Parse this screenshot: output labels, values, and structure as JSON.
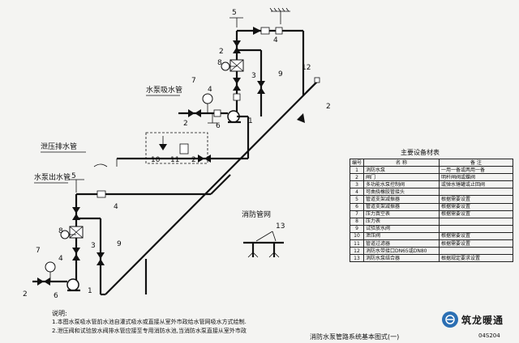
{
  "labels": {
    "pump_suction": "水泵吸水管",
    "pressure_relief": "泄压排水管",
    "pump_outlet": "水泵出水管",
    "fire_pipe": "消防管网"
  },
  "callouts": {
    "top_5": "5",
    "top_4": "4",
    "top_8": "8",
    "top_3": "3",
    "top_9": "9",
    "top_7": "7",
    "top_4b": "4",
    "top_1": "1",
    "top_2a": "2",
    "top_6": "6",
    "top_2b": "2",
    "r_12": "12",
    "r_2": "2",
    "v_10": "10",
    "v_11": "11",
    "v_2": "2",
    "bot_5": "5",
    "bot_4": "4",
    "bot_8": "8",
    "bot_3": "3",
    "bot_9": "9",
    "bot_7": "7",
    "bot_4b": "4",
    "bot_2": "2",
    "bot_6": "6",
    "bot_1": "1",
    "r_13": "13"
  },
  "table": {
    "title": "主要设备材表",
    "headers": [
      "编号",
      "名      称",
      "备      注"
    ],
    "rows": [
      [
        "1",
        "消防水泵",
        "一用一备或两用一备"
      ],
      [
        "2",
        "闸门",
        "明杆闸阀或蝶阀"
      ],
      [
        "3",
        "多功能水泵控制阀",
        "或弹水锤罐或止回阀"
      ],
      [
        "4",
        "可曲挠橡胶管接头",
        ""
      ],
      [
        "5",
        "管道支架减振器",
        "根据需要设置"
      ],
      [
        "6",
        "管道支架减振器",
        "根据需要设置"
      ],
      [
        "7",
        "压力真空表",
        "根据需要设置"
      ],
      [
        "8",
        "压力表",
        ""
      ],
      [
        "9",
        "试验放水阀",
        ""
      ],
      [
        "10",
        "泄压阀",
        "根据需要设置"
      ],
      [
        "11",
        "管道过滤器",
        "根据需要设置"
      ],
      [
        "12",
        "消防水带接口DN65或DN80",
        ""
      ],
      [
        "13",
        "消防水泵结合器",
        "根据规定要求设置"
      ]
    ]
  },
  "notes": {
    "title": "说明:",
    "lines": [
      "1.本图水泵吸水管前水池自灌式吸水或直接从室外市政给水管网吸水方式绘制.",
      "2.泄压阀和试验放水阀排水管应接至专用消防水池,当消防水泵直接从室外市政"
    ]
  },
  "footer": {
    "title": "消防水泵管路系统基本图式(一)",
    "code": "04S204"
  },
  "watermark": {
    "text": "筑龙暖通"
  }
}
